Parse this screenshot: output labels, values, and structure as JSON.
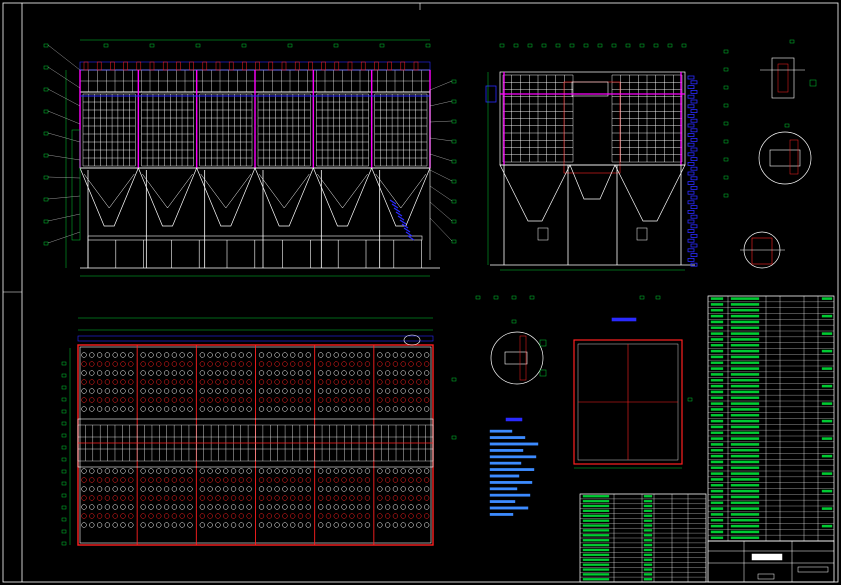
{
  "drawing": {
    "background": "#000000",
    "frame_color": "#ffffff",
    "struct_color": "#ffffff",
    "accent_magenta": "#ff00ff",
    "accent_red": "#ff2020",
    "accent_blue": "#2a2aff",
    "dim_green": "#00cc33",
    "text_blue": "#3d8bff"
  },
  "views": {
    "front_elevation": "front-elevation",
    "side_elevation": "side-elevation",
    "plan_view": "plan-view",
    "detail_a": "detail-a",
    "detail_b": "detail-b",
    "detail_c": "detail-c",
    "detail_d": "detail-d",
    "hopper_plate": "hopper-plate-section"
  },
  "title_block": {
    "drawing_no": "",
    "scale": ""
  }
}
